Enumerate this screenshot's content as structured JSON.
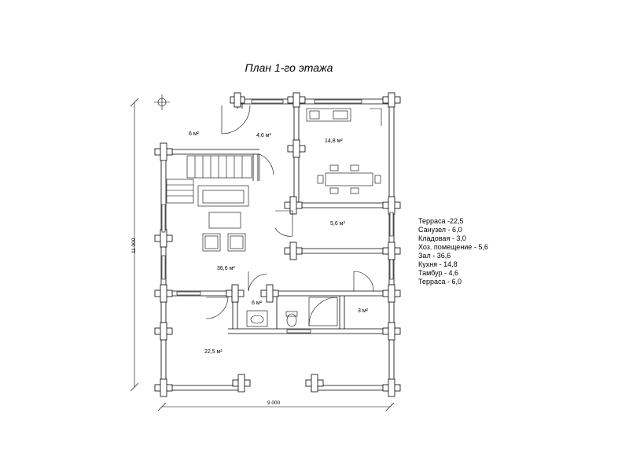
{
  "title": "План 1-го этажа",
  "rooms": {
    "terrace_top": "6 м²",
    "vestibule": "4,6 м²",
    "kitchen": "14,8 м²",
    "utility": "5,6 м²",
    "hall": "36,6 м²",
    "bathroom": "6 м²",
    "storage": "3 м²",
    "terrace_bottom": "22,5 м²"
  },
  "dimensions": {
    "width": "9 000",
    "height": "11 000"
  },
  "legend": [
    "Терраса -22,5",
    "Санузел - 6,0",
    "Кладовая - 3,0",
    "Хоз. помещение - 5,6",
    "Зал - 36,6",
    "Кухня - 14,8",
    "Тамбур - 4,6",
    "Терраса - 6,0"
  ]
}
